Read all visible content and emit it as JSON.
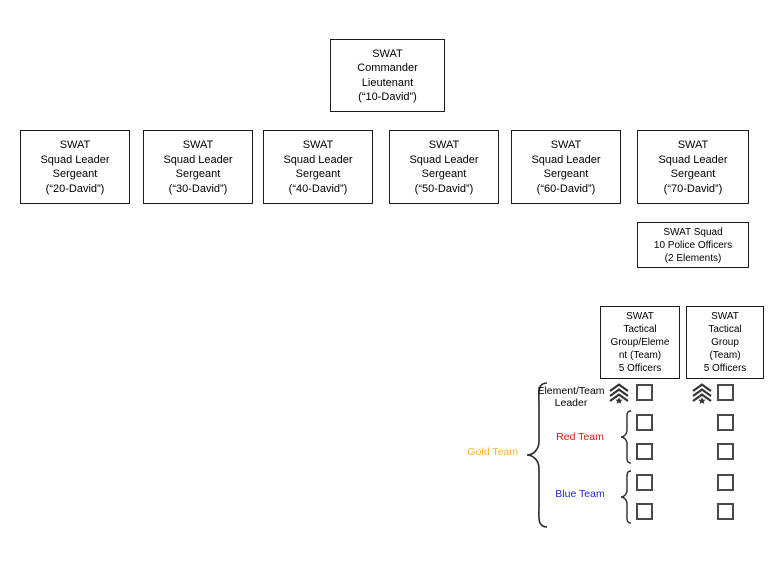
{
  "diagram": {
    "commander": {
      "lines": [
        "SWAT",
        "Commander",
        "Lieutenant",
        "(“10-David”)"
      ]
    },
    "squad_leaders": [
      {
        "lines": [
          "SWAT",
          "Squad Leader",
          "Sergeant",
          "(“20-David”)"
        ]
      },
      {
        "lines": [
          "SWAT",
          "Squad Leader",
          "Sergeant",
          "(“30-David”)"
        ]
      },
      {
        "lines": [
          "SWAT",
          "Squad Leader",
          "Sergeant",
          "(“40-David”)"
        ]
      },
      {
        "lines": [
          "SWAT",
          "Squad Leader",
          "Sergeant",
          "(“50-David”)"
        ]
      },
      {
        "lines": [
          "SWAT",
          "Squad Leader",
          "Sergeant",
          "(“60-David”)"
        ]
      },
      {
        "lines": [
          "SWAT",
          "Squad Leader",
          "Sergeant",
          "(“70-David”)"
        ]
      }
    ],
    "swat_squad": {
      "lines": [
        "SWAT Squad",
        "10 Police Officers",
        "(2 Elements)"
      ]
    },
    "tactical_left": {
      "lines": [
        "SWAT",
        "Tactical",
        "Group/Eleme",
        "nt (Team)",
        "5 Officers"
      ]
    },
    "tactical_right": {
      "lines": [
        "SWAT",
        "Tactical",
        "Group",
        "(Team)",
        "5 Officers"
      ]
    },
    "teams": {
      "gold_label": "Gold Team",
      "leader_line1": "Element/Team",
      "leader_line2": "Leader",
      "red_label": "Red Team",
      "blue_label": "Blue Team"
    },
    "icons": {
      "rank_icon": "sergeant-stripes-with-star"
    },
    "colors": {
      "gold": "#FFB42B",
      "red": "#E8180C",
      "blue": "#2424DD",
      "line": "#2b2b2b"
    }
  }
}
